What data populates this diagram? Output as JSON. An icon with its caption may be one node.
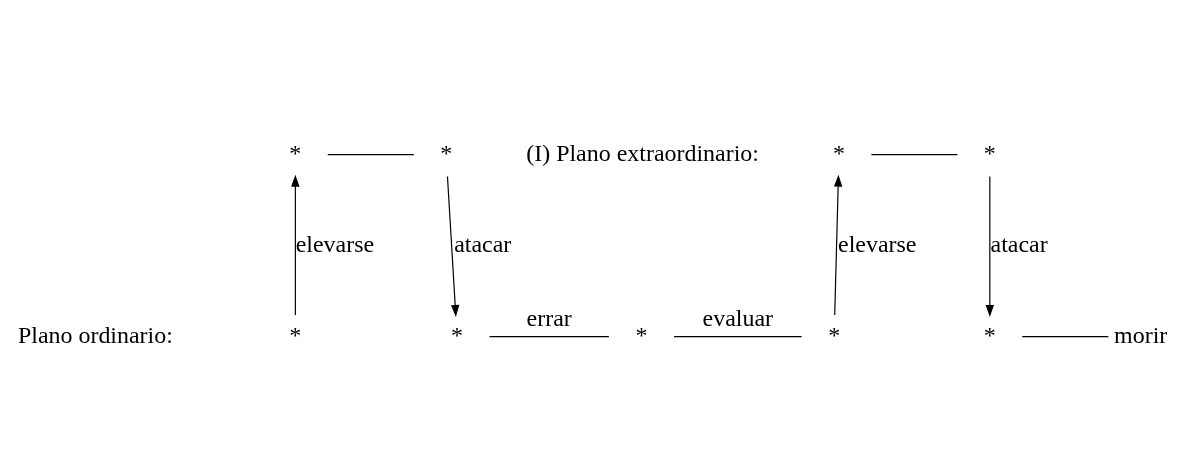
{
  "diagram": {
    "nodes": [
      {
        "text": [
          "*"
        ]
      },
      {
        "text": [
          "*"
        ]
      },
      {
        "text": [
          "*"
        ]
      },
      {
        "text": [
          "*"
        ]
      },
      {
        "text": [
          "*"
        ]
      },
      {
        "text": [
          "*"
        ]
      },
      {
        "text": [
          "*"
        ]
      },
      {
        "text": [
          "*"
        ]
      },
      {
        "text": [
          "*"
        ]
      },
      {
        "text": [
          "morir"
        ]
      }
    ],
    "edges": [
      {
        "from": 4,
        "to": 0,
        "arrow": "to",
        "label": "elevarse"
      },
      {
        "from": 0,
        "to": 1,
        "arrow": "none"
      },
      {
        "from": 1,
        "to": 5,
        "arrow": "to",
        "label": "atacar"
      },
      {
        "from": 5,
        "to": 6,
        "arrow": "none",
        "label": "errar"
      },
      {
        "from": 6,
        "to": 7,
        "arrow": "none",
        "label": "evaluar"
      },
      {
        "from": 7,
        "to": 2,
        "arrow": "to",
        "label": "elevarse"
      },
      {
        "from": 2,
        "to": 3,
        "arrow": "none"
      },
      {
        "from": 3,
        "to": 8,
        "arrow": "to",
        "label": "atacar"
      },
      {
        "from": 8,
        "to": 9,
        "arrow": "none"
      }
    ],
    "labels": [
      "(I) Plano extraordinario:",
      "Plano ordinario:"
    ]
  }
}
